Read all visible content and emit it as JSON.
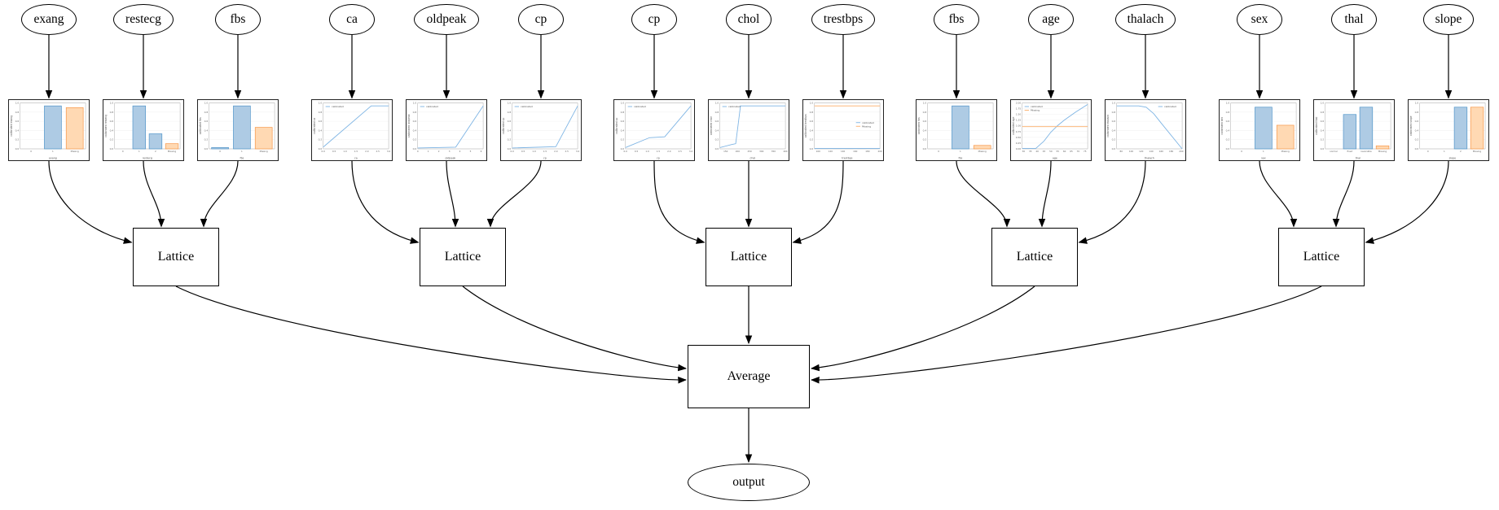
{
  "diagram": {
    "average_label": "Average",
    "output_label": "output",
    "groups": [
      {
        "lattice_label": "Lattice",
        "columns": [
          {
            "feature": "exang",
            "chart": {
              "type": "bar",
              "xlabel": "exang",
              "ylabel": "calibrated exang",
              "categories": [
                "0",
                "1",
                "Missing"
              ],
              "values": [
                0,
                1.0,
                0.96
              ],
              "bar_colors": [
                "blue",
                "blue",
                "orange"
              ],
              "yticks": [
                "0.0",
                "0.2",
                "0.4",
                "0.6",
                "0.8",
                "1.0"
              ],
              "ymax": 1.07
            }
          },
          {
            "feature": "restecg",
            "chart": {
              "type": "bar",
              "xlabel": "restecg",
              "ylabel": "calibrated restecg",
              "categories": [
                "0",
                "1",
                "2",
                "Missing"
              ],
              "values": [
                0,
                1.0,
                0.35,
                0.12
              ],
              "bar_colors": [
                "blue",
                "blue",
                "blue",
                "orange"
              ],
              "yticks": [
                "0.0",
                "0.2",
                "0.4",
                "0.6",
                "0.8",
                "1.0"
              ],
              "ymax": 1.07
            }
          },
          {
            "feature": "fbs",
            "chart": {
              "type": "bar",
              "xlabel": "fbs",
              "ylabel": "calibrated fbs",
              "categories": [
                "0",
                "1",
                "Missing"
              ],
              "values": [
                0.03,
                1.0,
                0.5
              ],
              "bar_colors": [
                "blue",
                "blue",
                "orange"
              ],
              "yticks": [
                "0.0",
                "0.2",
                "0.4",
                "0.6",
                "0.8",
                "1.0"
              ],
              "ymax": 1.07
            }
          }
        ]
      },
      {
        "lattice_label": "Lattice",
        "columns": [
          {
            "feature": "ca",
            "chart": {
              "type": "line",
              "xlabel": "ca",
              "ylabel": "calibrated ca",
              "legend_pos": "tl",
              "xticks": [
                "0.0",
                "0.5",
                "1.0",
                "1.5",
                "2.0",
                "2.5",
                "3.0"
              ],
              "yticks": [
                "0.0",
                "0.2",
                "0.4",
                "0.6",
                "0.8",
                "1.0"
              ],
              "ymax": 1.07,
              "series": [
                {
                  "name": "calibrated",
                  "color": "blue",
                  "points": [
                    [
                      0,
                      0.04
                    ],
                    [
                      2.2,
                      1.0
                    ],
                    [
                      3,
                      1.0
                    ]
                  ]
                }
              ]
            }
          },
          {
            "feature": "oldpeak",
            "chart": {
              "type": "line",
              "xlabel": "oldpeak",
              "ylabel": "calibrated oldpeak",
              "legend_pos": "tl",
              "xticks": [
                "0",
                "1",
                "2",
                "3",
                "4",
                "5",
                "6"
              ],
              "yticks": [
                "0.0",
                "0.2",
                "0.4",
                "0.6",
                "0.8",
                "1.0"
              ],
              "ymax": 1.07,
              "series": [
                {
                  "name": "calibrated",
                  "color": "blue",
                  "points": [
                    [
                      0,
                      0.02
                    ],
                    [
                      3.6,
                      0.04
                    ],
                    [
                      6.2,
                      1.0
                    ]
                  ]
                }
              ]
            }
          },
          {
            "feature": "cp",
            "chart": {
              "type": "line",
              "xlabel": "cp",
              "ylabel": "calibrated cp",
              "legend_pos": "tl",
              "xticks": [
                "0.0",
                "0.5",
                "1.0",
                "1.5",
                "2.0",
                "2.5",
                "3.0"
              ],
              "yticks": [
                "0.0",
                "0.2",
                "0.4",
                "0.6",
                "0.8",
                "1.0"
              ],
              "ymax": 1.07,
              "series": [
                {
                  "name": "calibrated",
                  "color": "blue",
                  "points": [
                    [
                      0,
                      0.02
                    ],
                    [
                      2.0,
                      0.05
                    ],
                    [
                      3,
                      1.0
                    ]
                  ]
                }
              ]
            }
          }
        ]
      },
      {
        "lattice_label": "Lattice",
        "columns": [
          {
            "feature": "cp",
            "chart": {
              "type": "line",
              "xlabel": "cp",
              "ylabel": "calibrated cp",
              "legend_pos": "tl",
              "xticks": [
                "0.0",
                "0.5",
                "1.0",
                "1.5",
                "2.0",
                "2.5",
                "3.0"
              ],
              "yticks": [
                "0.0",
                "0.2",
                "0.4",
                "0.6",
                "0.8",
                "1.0"
              ],
              "ymax": 1.07,
              "series": [
                {
                  "name": "calibrated",
                  "color": "blue",
                  "points": [
                    [
                      0,
                      0.03
                    ],
                    [
                      1.1,
                      0.26
                    ],
                    [
                      1.8,
                      0.28
                    ],
                    [
                      3,
                      1.0
                    ]
                  ]
                }
              ]
            }
          },
          {
            "feature": "chol",
            "chart": {
              "type": "line",
              "xlabel": "chol",
              "ylabel": "calibrated chol",
              "legend_pos": "tl",
              "xticks": [
                "150",
                "200",
                "250",
                "300",
                "350",
                "400"
              ],
              "yticks": [
                "0.0",
                "0.2",
                "0.4",
                "0.6",
                "0.8",
                "1.0"
              ],
              "ymax": 1.07,
              "series": [
                {
                  "name": "calibrated",
                  "color": "blue",
                  "points": [
                    [
                      126,
                      0.03
                    ],
                    [
                      175,
                      0.1
                    ],
                    [
                      192,
                      0.12
                    ],
                    [
                      212,
                      1.0
                    ],
                    [
                      400,
                      1.0
                    ]
                  ]
                }
              ]
            }
          },
          {
            "feature": "trestbps",
            "chart": {
              "type": "line",
              "xlabel": "trestbps",
              "ylabel": "calibrated trestbps",
              "legend_pos": "cr",
              "xticks": [
                "100",
                "120",
                "140",
                "160",
                "180",
                "200"
              ],
              "yticks": [
                "0.0",
                "0.2",
                "0.4",
                "0.6",
                "0.8",
                "1.0"
              ],
              "ymax": 1.07,
              "series": [
                {
                  "name": "calibrated",
                  "color": "blue",
                  "points": [
                    [
                      94,
                      0.01
                    ],
                    [
                      200,
                      0.01
                    ]
                  ]
                },
                {
                  "name": "Missing",
                  "color": "orange",
                  "points": [
                    [
                      94,
                      1.0
                    ],
                    [
                      200,
                      1.0
                    ]
                  ]
                }
              ]
            }
          }
        ]
      },
      {
        "lattice_label": "Lattice",
        "columns": [
          {
            "feature": "fbs",
            "chart": {
              "type": "bar",
              "xlabel": "fbs",
              "ylabel": "calibrated fbs",
              "categories": [
                "0",
                "1",
                "Missing"
              ],
              "values": [
                0,
                1.0,
                0.08
              ],
              "bar_colors": [
                "blue",
                "blue",
                "orange"
              ],
              "yticks": [
                "0.0",
                "0.2",
                "0.4",
                "0.6",
                "0.8",
                "1.0"
              ],
              "ymax": 1.07
            }
          },
          {
            "feature": "age",
            "chart": {
              "type": "line",
              "xlabel": "age",
              "ylabel": "calibrated age",
              "legend_pos": "tl",
              "xticks": [
                "30",
                "35",
                "40",
                "45",
                "50",
                "55",
                "60",
                "65",
                "70",
                "75"
              ],
              "yticks": [
                "0.00",
                "0.25",
                "0.50",
                "0.75",
                "1.00",
                "1.25",
                "1.50",
                "1.75",
                "2.00"
              ],
              "ymax": 2.07,
              "series": [
                {
                  "name": "calibrated",
                  "color": "blue",
                  "points": [
                    [
                      29,
                      0.02
                    ],
                    [
                      39,
                      0.02
                    ],
                    [
                      45,
                      0.35
                    ],
                    [
                      50,
                      0.75
                    ],
                    [
                      55,
                      1.05
                    ],
                    [
                      60,
                      1.3
                    ],
                    [
                      68,
                      1.65
                    ],
                    [
                      77,
                      2.0
                    ]
                  ]
                },
                {
                  "name": "Missing",
                  "color": "orange",
                  "points": [
                    [
                      29,
                      1.0
                    ],
                    [
                      77,
                      1.0
                    ]
                  ]
                }
              ]
            }
          },
          {
            "feature": "thalach",
            "chart": {
              "type": "line",
              "xlabel": "thalach",
              "ylabel": "calibrated thalach",
              "legend_pos": "tr",
              "xticks": [
                "80",
                "100",
                "120",
                "140",
                "160",
                "180",
                "200"
              ],
              "yticks": [
                "0.0",
                "0.2",
                "0.4",
                "0.6",
                "0.8",
                "1.0"
              ],
              "ymax": 1.07,
              "series": [
                {
                  "name": "calibrated",
                  "color": "blue",
                  "points": [
                    [
                      71,
                      1.0
                    ],
                    [
                      115,
                      1.0
                    ],
                    [
                      130,
                      0.97
                    ],
                    [
                      145,
                      0.82
                    ],
                    [
                      160,
                      0.6
                    ],
                    [
                      202,
                      0.0
                    ]
                  ]
                }
              ]
            }
          }
        ]
      },
      {
        "lattice_label": "Lattice",
        "columns": [
          {
            "feature": "sex",
            "chart": {
              "type": "bar",
              "xlabel": "sex",
              "ylabel": "calibrated sex",
              "categories": [
                "0",
                "1",
                "Missing"
              ],
              "values": [
                0,
                0.97,
                0.55
              ],
              "bar_colors": [
                "blue",
                "blue",
                "orange"
              ],
              "yticks": [
                "0.0",
                "0.2",
                "0.4",
                "0.6",
                "0.8",
                "1.0"
              ],
              "ymax": 1.07
            }
          },
          {
            "feature": "thal",
            "chart": {
              "type": "bar",
              "xlabel": "thal",
              "ylabel": "calibrated thal",
              "categories": [
                "normal",
                "fixed",
                "reversible",
                "Missing"
              ],
              "values": [
                0,
                0.8,
                0.97,
                0.07
              ],
              "bar_colors": [
                "blue",
                "blue",
                "blue",
                "orange"
              ],
              "yticks": [
                "0.0",
                "0.2",
                "0.4",
                "0.6",
                "0.8",
                "1.0"
              ],
              "ymax": 1.07
            }
          },
          {
            "feature": "slope",
            "chart": {
              "type": "bar",
              "xlabel": "slope",
              "ylabel": "calibrated slope",
              "categories": [
                "0",
                "1",
                "2",
                "Missing"
              ],
              "values": [
                0,
                0,
                0.97,
                0.97
              ],
              "bar_colors": [
                "blue",
                "blue",
                "blue",
                "orange"
              ],
              "yticks": [
                "0.0",
                "0.2",
                "0.4",
                "0.6",
                "0.8",
                "1.0"
              ],
              "ymax": 1.07
            }
          }
        ]
      }
    ]
  },
  "colors": {
    "blue_fill": "#aecbe4",
    "blue_edge": "#4f94c9",
    "blue_line": "#7db4e4",
    "orange_fill": "#ffd9b3",
    "orange_edge": "#f79646",
    "orange_line": "#fcae69",
    "edge_color": "#000000"
  }
}
